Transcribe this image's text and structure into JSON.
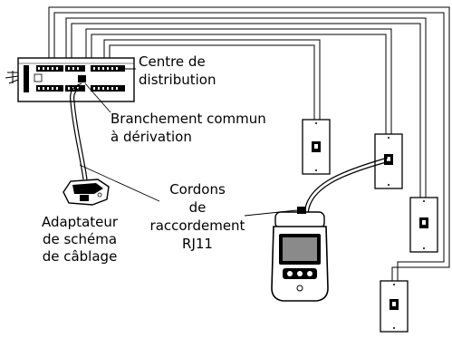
{
  "labels": {
    "distribution_center": [
      "Centre de",
      "distribution"
    ],
    "common_branch": [
      "Branchement commun",
      "à dérivation"
    ],
    "patch_cords": [
      "Cordons",
      "de",
      "raccordement",
      "RJ11"
    ],
    "wiremap_adapter": [
      "Adaptateur",
      "de schéma",
      "de câblage"
    ]
  },
  "icons": {
    "panel": "distribution-panel-icon",
    "outlet": "wall-outlet-icon",
    "adapter": "wiremap-adapter-icon",
    "tester": "cable-tester-icon"
  },
  "colors": {
    "line": "#000000",
    "background": "#ffffff",
    "screen": "#8a8a8a"
  }
}
